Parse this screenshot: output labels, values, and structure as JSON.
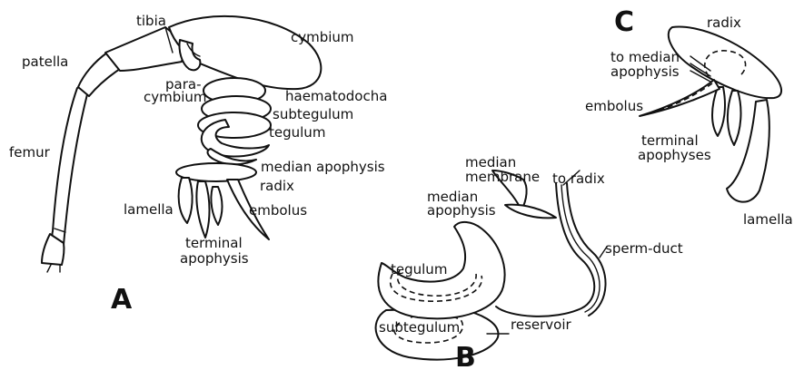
{
  "panel_a": {
    "letter": "A",
    "labels": {
      "tibia": "tibia",
      "cymbium": "cymbium",
      "patella": "patella",
      "paracymbium_1": "para-",
      "paracymbium_2": "cymbium",
      "haematodocha": "haematodocha",
      "subtegulum": "subtegulum",
      "tegulum": "tegulum",
      "femur": "femur",
      "median_apophysis": "median apophysis",
      "radix": "radix",
      "lamella": "lamella",
      "embolus": "embolus",
      "terminal_apophysis_1": "terminal",
      "terminal_apophysis_2": "apophysis"
    }
  },
  "panel_b": {
    "letter": "B",
    "labels": {
      "median_membrane_1": "median",
      "median_membrane_2": "membrane",
      "to_radix": "to radix",
      "median_apophysis_1": "median",
      "median_apophysis_2": "apophysis",
      "sperm_duct": "sperm-duct",
      "tegulum": "tegulum",
      "subtegulum": "subtegulum",
      "reservoir": "reservoir"
    }
  },
  "panel_c": {
    "letter": "C",
    "labels": {
      "radix": "radix",
      "to_median_apophysis_1": "to median",
      "to_median_apophysis_2": "apophysis",
      "embolus": "embolus",
      "terminal_apophyses_1": "terminal",
      "terminal_apophyses_2": "apophyses",
      "lamella": "lamella"
    }
  }
}
